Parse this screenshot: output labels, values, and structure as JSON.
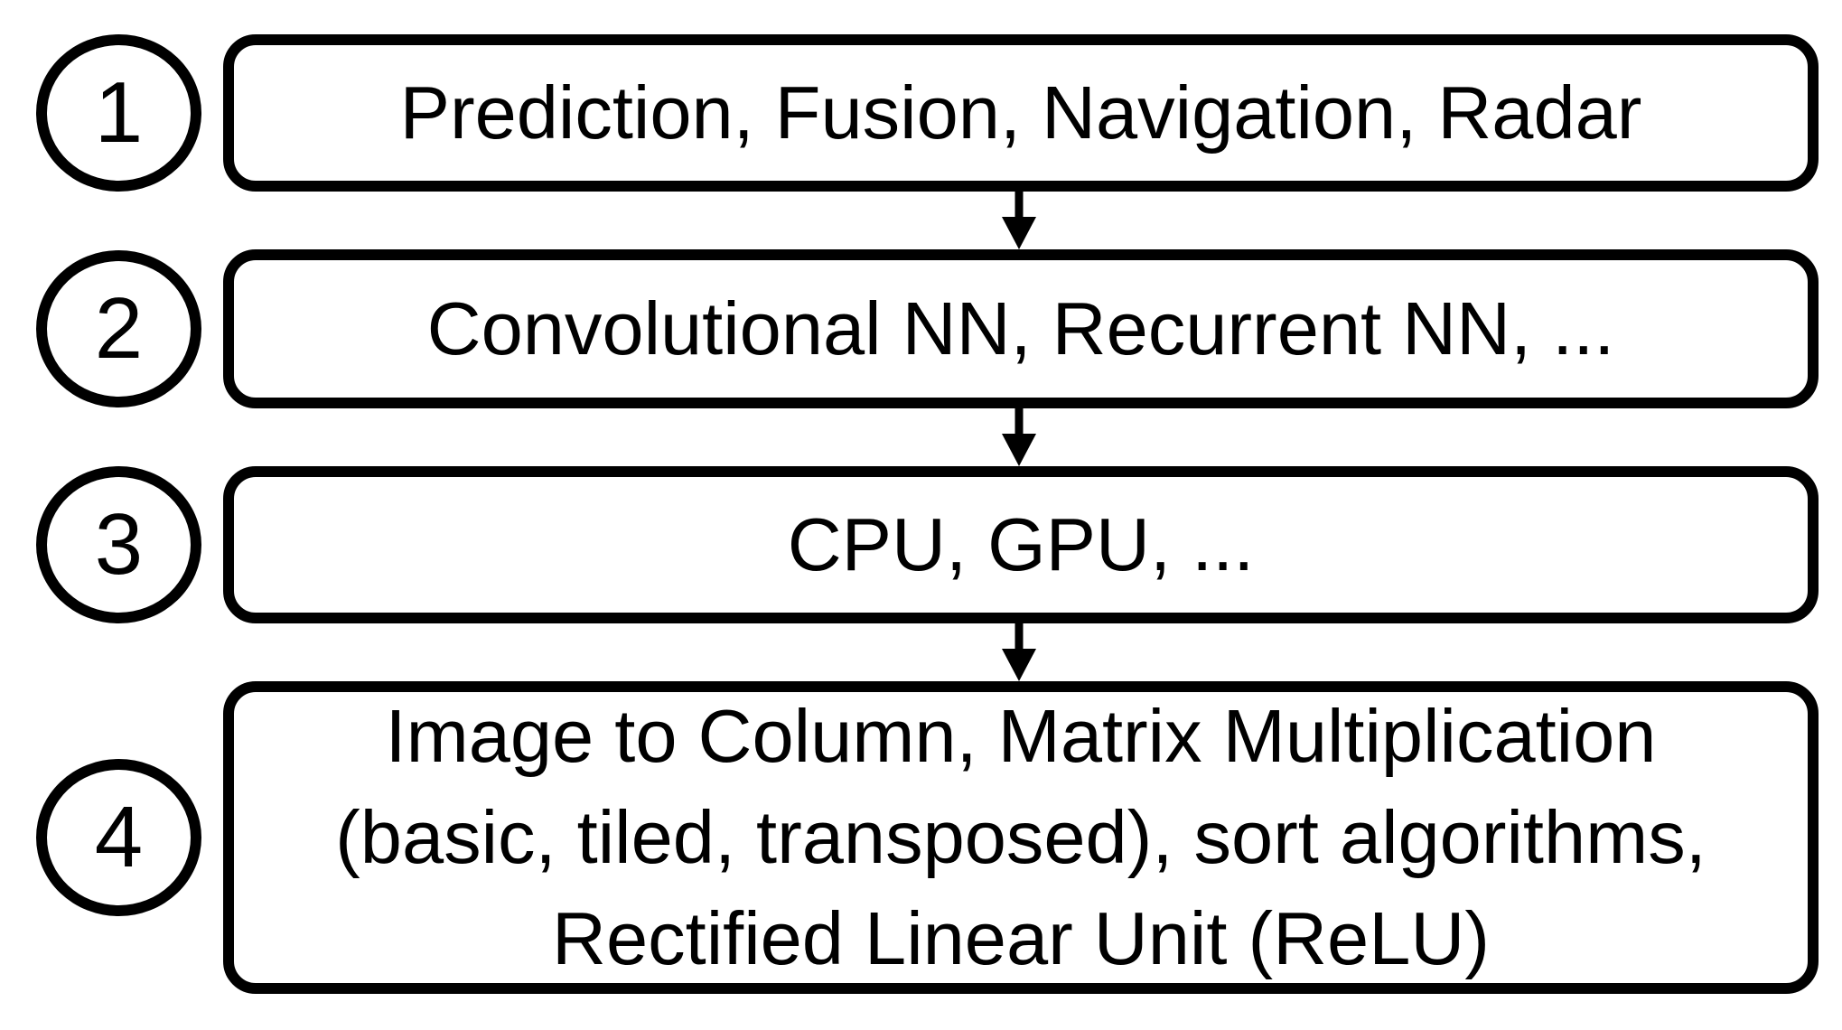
{
  "diagram": {
    "background_color": "#ffffff",
    "stroke_color": "#000000",
    "rows": [
      {
        "number": "1",
        "lines": [
          "Prediction, Fusion, Navigation, Radar"
        ]
      },
      {
        "number": "2",
        "lines": [
          "Convolutional NN, Recurrent NN, ..."
        ]
      },
      {
        "number": "3",
        "lines": [
          "CPU, GPU, ..."
        ]
      },
      {
        "number": "4",
        "lines": [
          "Image to Column, Matrix Multiplication",
          "(basic, tiled, transposed), sort algorithms,",
          "Rectified Linear Unit (ReLU)"
        ]
      }
    ]
  }
}
